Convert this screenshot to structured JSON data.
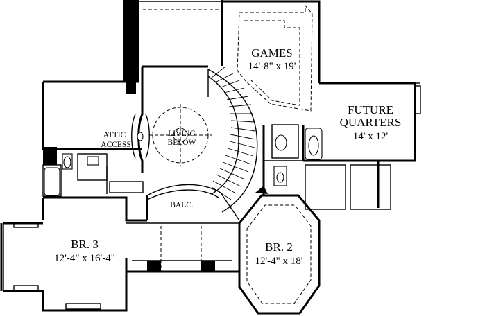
{
  "rooms": {
    "games": {
      "name": "GAMES",
      "size": "14'-8\" x 19'"
    },
    "future_quarters": {
      "name_line1": "FUTURE",
      "name_line2": "QUARTERS",
      "size": "14' x 12'"
    },
    "living_below": {
      "line1": "LIVING",
      "line2": "BELOW"
    },
    "attic_access": {
      "line1": "ATTIC",
      "line2": "ACCESS"
    },
    "br3": {
      "name": "BR. 3",
      "size": "12'-4\" x 16'-4\""
    },
    "br2": {
      "name": "BR. 2",
      "size": "12'-4\" x 18'"
    },
    "balcony": {
      "name": "BALC."
    }
  }
}
